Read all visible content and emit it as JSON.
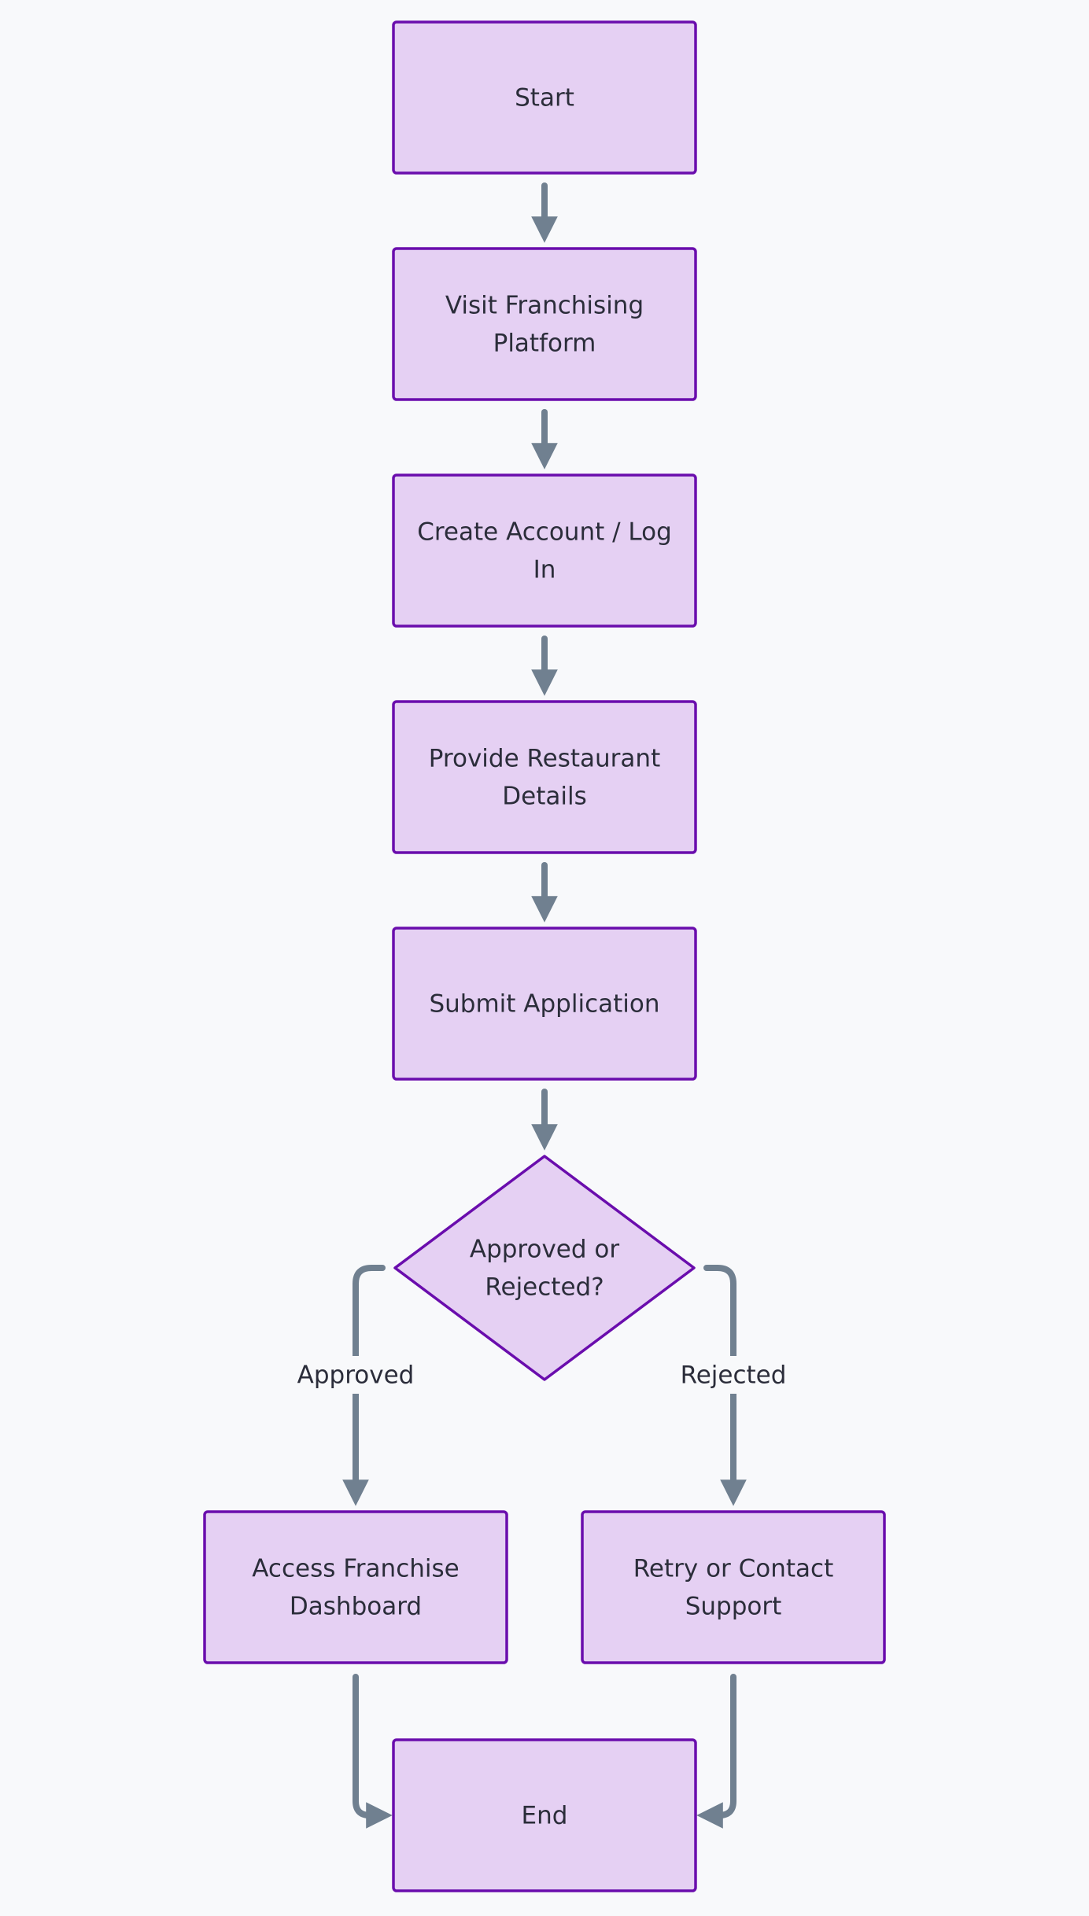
{
  "diagram": {
    "nodes": [
      {
        "id": "start",
        "shape": "rect",
        "lines": [
          "Start"
        ]
      },
      {
        "id": "visit",
        "shape": "rect",
        "lines": [
          "Visit Franchising",
          "Platform"
        ]
      },
      {
        "id": "account",
        "shape": "rect",
        "lines": [
          "Create Account / Log",
          "In"
        ]
      },
      {
        "id": "details",
        "shape": "rect",
        "lines": [
          "Provide Restaurant",
          "Details"
        ]
      },
      {
        "id": "submit",
        "shape": "rect",
        "lines": [
          "Submit Application"
        ]
      },
      {
        "id": "decision",
        "shape": "diamond",
        "lines": [
          "Approved or",
          "Rejected?"
        ]
      },
      {
        "id": "dashboard",
        "shape": "rect",
        "lines": [
          "Access Franchise",
          "Dashboard"
        ]
      },
      {
        "id": "retry",
        "shape": "rect",
        "lines": [
          "Retry or Contact",
          "Support"
        ]
      },
      {
        "id": "end",
        "shape": "rect",
        "lines": [
          "End"
        ]
      }
    ],
    "edges": [
      {
        "from": "start",
        "to": "visit",
        "label": ""
      },
      {
        "from": "visit",
        "to": "account",
        "label": ""
      },
      {
        "from": "account",
        "to": "details",
        "label": ""
      },
      {
        "from": "details",
        "to": "submit",
        "label": ""
      },
      {
        "from": "submit",
        "to": "decision",
        "label": ""
      },
      {
        "from": "decision",
        "to": "dashboard",
        "label": "Approved"
      },
      {
        "from": "decision",
        "to": "retry",
        "label": "Rejected"
      },
      {
        "from": "dashboard",
        "to": "end",
        "label": ""
      },
      {
        "from": "retry",
        "to": "end",
        "label": ""
      }
    ],
    "colors": {
      "node_fill": "#e5d0f3",
      "node_stroke": "#6a0dad",
      "edge": "#708090",
      "text": "#2b2d3a",
      "background": "#f8f9fb"
    }
  }
}
